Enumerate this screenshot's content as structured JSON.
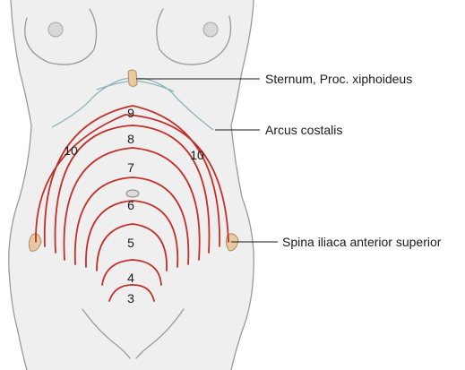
{
  "labels": {
    "sternum": "Sternum, Proc. xiphoideus",
    "arcus": "Arcus costalis",
    "spina": "Spina iliaca anterior superior"
  },
  "fundus_numbers": {
    "n9": "9",
    "n8": "8",
    "n10_left": "10",
    "n10_right": "10",
    "n7": "7",
    "n6": "6",
    "n5": "5",
    "n4": "4",
    "n3": "3"
  },
  "colors": {
    "fundus_line": "#c3302a",
    "rib_line": "#8fb4b8",
    "skin": "#efefef"
  }
}
